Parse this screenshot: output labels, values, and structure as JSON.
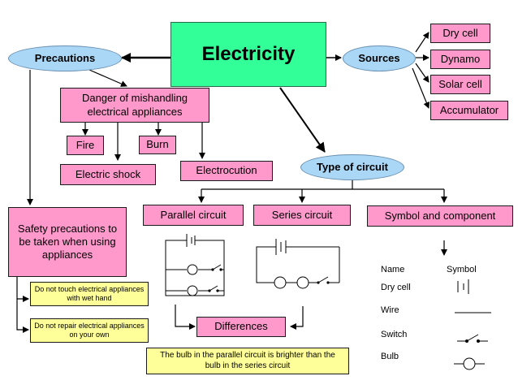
{
  "main": {
    "title": "Electricity"
  },
  "precautions": {
    "label": "Precautions",
    "danger": "Danger of mishandling electrical appliances",
    "fire": "Fire",
    "burn": "Burn",
    "shock": "Electric shock",
    "electrocution": "Electrocution",
    "safety": "Safety precautions to be taken when using appliances",
    "tip1": "Do not touch electrical appliances with wet hand",
    "tip2": "Do not repair electrical appliances on your own"
  },
  "sources": {
    "label": "Sources",
    "items": [
      "Dry cell",
      "Dynamo",
      "Solar cell",
      "Accumulator"
    ]
  },
  "circuit": {
    "label": "Type of circuit",
    "parallel": "Parallel circuit",
    "series": "Series circuit",
    "symbol": "Symbol and component",
    "differences": "Differences",
    "note": "The bulb in the parallel circuit is brighter than the bulb in the series circuit"
  },
  "table": {
    "col_name": "Name",
    "col_symbol": "Symbol",
    "rows": [
      "Dry cell",
      "Wire",
      "Switch",
      "Bulb"
    ]
  },
  "colors": {
    "pink": "#ff99cc",
    "yellow": "#ffff99",
    "ellipse_blue": "#a9d7f5",
    "center_green": "#33ff99"
  }
}
